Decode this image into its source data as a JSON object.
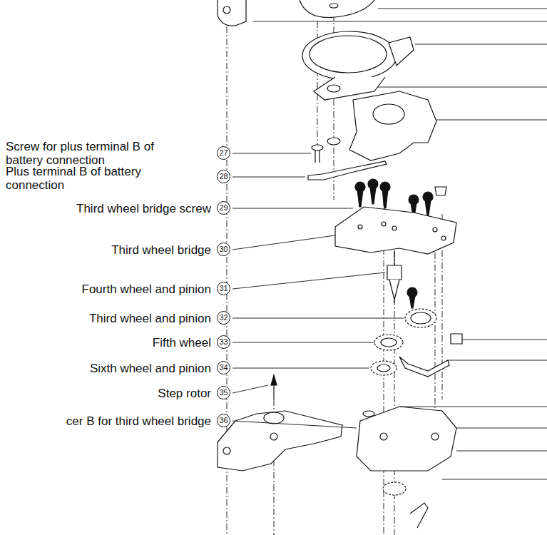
{
  "diagram": {
    "labels": [
      "Screw for plus terminal B of battery connection",
      "27",
      "Plus terminal B of battery connection",
      "28",
      "Third wheel bridge screw",
      "29",
      "Third wheel bridge",
      "30",
      "Fourth wheel and pinion",
      "31",
      "Third wheel and pinion",
      "32",
      "Fifth wheel",
      "33",
      "Sixth wheel and pinion",
      "34",
      "Step rotor",
      "35",
      "cer B for third wheel bridge",
      "36"
    ]
  }
}
